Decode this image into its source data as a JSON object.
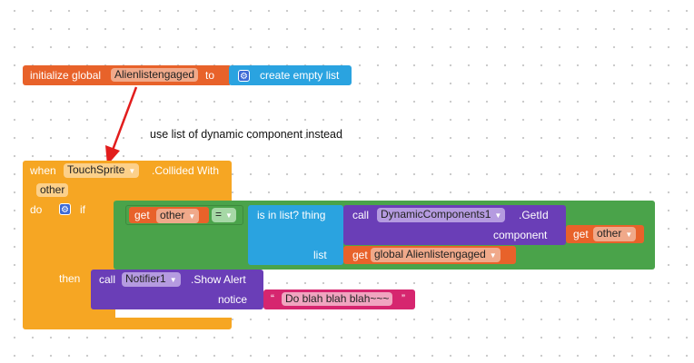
{
  "init_block": {
    "keyword": "initialize global",
    "var_name": "Alienlistengaged",
    "to_label": "to",
    "create_list": "create empty list"
  },
  "annotation": "use list of dynamic component instead",
  "event_block": {
    "when": "when",
    "component": "TouchSprite",
    "event": ".Collided With",
    "param": "other",
    "do": "do"
  },
  "if_block": {
    "if_label": "if",
    "then_label": "then"
  },
  "compare": {
    "get": "get",
    "var": "other",
    "op": "="
  },
  "is_in_list": {
    "label": "is in list? thing",
    "list_label": "list"
  },
  "getid_call": {
    "call": "call",
    "component": "DynamicComponents1",
    "method": ".GetId",
    "arg_label": "component",
    "get": "get",
    "var": "other"
  },
  "list_get": {
    "get": "get",
    "var": "global Alienlistengaged"
  },
  "notifier": {
    "call": "call",
    "component": "Notifier1",
    "method": ".Show Alert",
    "arg_label": "notice",
    "text": "Do blah blah blah~~~"
  },
  "colors": {
    "event_orange": "#f6a623",
    "if_orange": "#f6a623",
    "variable_orange": "#e8622a",
    "list_blue": "#2aa3e0",
    "component_purple": "#6a3eb7",
    "logic_green": "#4aa34a",
    "text_pink": "#d6266f",
    "arrow_red": "#e21d1d"
  }
}
